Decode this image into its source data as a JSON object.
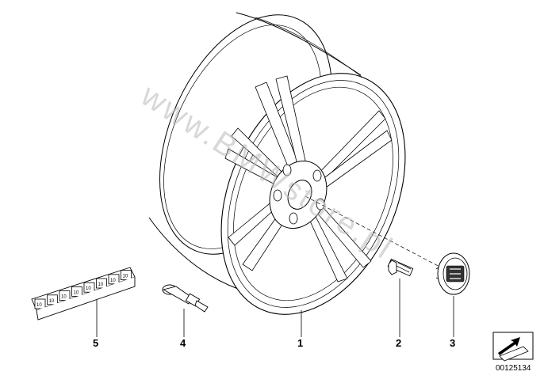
{
  "diagram": {
    "callouts": [
      {
        "id": "part-1",
        "label": "1"
      },
      {
        "id": "part-2",
        "label": "2"
      },
      {
        "id": "part-3",
        "label": "3"
      },
      {
        "id": "part-4",
        "label": "4"
      },
      {
        "id": "part-5",
        "label": "5"
      }
    ],
    "document_number": "00125134",
    "watermark": "www.BMWstore.pl",
    "weight_label": "10",
    "icon": "arrow-view-icon"
  }
}
